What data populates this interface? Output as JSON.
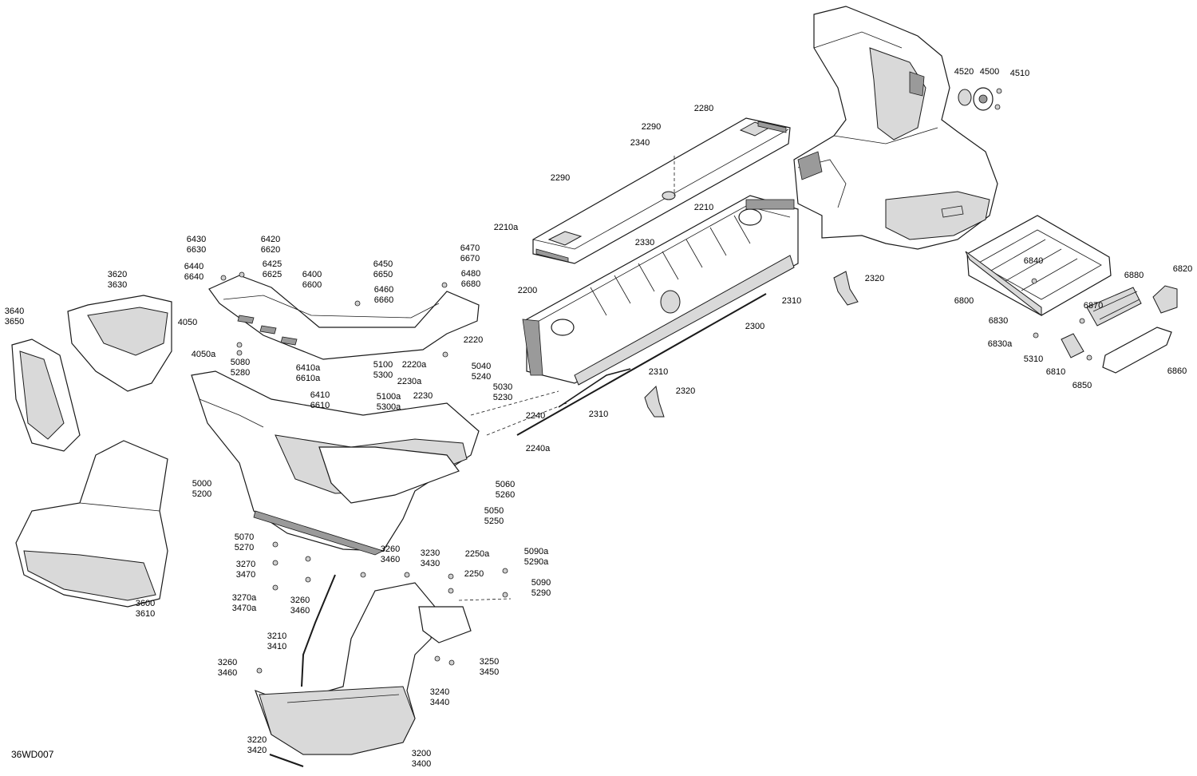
{
  "diagram": {
    "reference_code": "36WD007",
    "callouts": [
      {
        "id": "c-4520",
        "lines": [
          "4520"
        ]
      },
      {
        "id": "c-4500",
        "lines": [
          "4500"
        ]
      },
      {
        "id": "c-4510",
        "lines": [
          "4510"
        ]
      },
      {
        "id": "c-2280",
        "lines": [
          "2280"
        ]
      },
      {
        "id": "c-2290-top",
        "lines": [
          "2290"
        ]
      },
      {
        "id": "c-2340",
        "lines": [
          "2340"
        ]
      },
      {
        "id": "c-2290-left",
        "lines": [
          "2290"
        ]
      },
      {
        "id": "c-2210",
        "lines": [
          "2210"
        ]
      },
      {
        "id": "c-2210a",
        "lines": [
          "2210a"
        ]
      },
      {
        "id": "c-2330",
        "lines": [
          "2330"
        ]
      },
      {
        "id": "c-2200",
        "lines": [
          "2200"
        ]
      },
      {
        "id": "c-2320-a",
        "lines": [
          "2320"
        ]
      },
      {
        "id": "c-2310-a",
        "lines": [
          "2310"
        ]
      },
      {
        "id": "c-2300",
        "lines": [
          "2300"
        ]
      },
      {
        "id": "c-2310-b",
        "lines": [
          "2310"
        ]
      },
      {
        "id": "c-2320-b",
        "lines": [
          "2320"
        ]
      },
      {
        "id": "c-2310-c",
        "lines": [
          "2310"
        ]
      },
      {
        "id": "c-2240",
        "lines": [
          "2240"
        ]
      },
      {
        "id": "c-2240a",
        "lines": [
          "2240a"
        ]
      },
      {
        "id": "c-6840",
        "lines": [
          "6840"
        ]
      },
      {
        "id": "c-6820",
        "lines": [
          "6820"
        ]
      },
      {
        "id": "c-6880",
        "lines": [
          "6880"
        ]
      },
      {
        "id": "c-6800",
        "lines": [
          "6800"
        ]
      },
      {
        "id": "c-6870",
        "lines": [
          "6870"
        ]
      },
      {
        "id": "c-6830",
        "lines": [
          "6830"
        ]
      },
      {
        "id": "c-6830a",
        "lines": [
          "6830a"
        ]
      },
      {
        "id": "c-5310",
        "lines": [
          "5310"
        ]
      },
      {
        "id": "c-6810",
        "lines": [
          "6810"
        ]
      },
      {
        "id": "c-6850",
        "lines": [
          "6850"
        ]
      },
      {
        "id": "c-6860",
        "lines": [
          "6860"
        ]
      },
      {
        "id": "c-6430",
        "lines": [
          "6430",
          "6630"
        ]
      },
      {
        "id": "c-6420",
        "lines": [
          "6420",
          "6620"
        ]
      },
      {
        "id": "c-6440",
        "lines": [
          "6440",
          "6640"
        ]
      },
      {
        "id": "c-6425",
        "lines": [
          "6425",
          "6625"
        ]
      },
      {
        "id": "c-6400",
        "lines": [
          "6400",
          "6600"
        ]
      },
      {
        "id": "c-6450",
        "lines": [
          "6450",
          "6650"
        ]
      },
      {
        "id": "c-6460",
        "lines": [
          "6460",
          "6660"
        ]
      },
      {
        "id": "c-6470",
        "lines": [
          "6470",
          "6670"
        ]
      },
      {
        "id": "c-6480",
        "lines": [
          "6480",
          "6680"
        ]
      },
      {
        "id": "c-3620",
        "lines": [
          "3620",
          "3630"
        ]
      },
      {
        "id": "c-3640",
        "lines": [
          "3640",
          "3650"
        ]
      },
      {
        "id": "c-4050",
        "lines": [
          "4050"
        ]
      },
      {
        "id": "c-4050a",
        "lines": [
          "4050a"
        ]
      },
      {
        "id": "c-5080",
        "lines": [
          "5080",
          "5280"
        ]
      },
      {
        "id": "c-6410a",
        "lines": [
          "6410a",
          "6610a"
        ]
      },
      {
        "id": "c-6410",
        "lines": [
          "6410",
          "6610"
        ]
      },
      {
        "id": "c-5100",
        "lines": [
          "5100",
          "5300"
        ]
      },
      {
        "id": "c-5100a",
        "lines": [
          "5100a",
          "5300a"
        ]
      },
      {
        "id": "c-2220",
        "lines": [
          "2220"
        ]
      },
      {
        "id": "c-2220a",
        "lines": [
          "2220a"
        ]
      },
      {
        "id": "c-2230a",
        "lines": [
          "2230a"
        ]
      },
      {
        "id": "c-2230",
        "lines": [
          "2230"
        ]
      },
      {
        "id": "c-5040",
        "lines": [
          "5040",
          "5240"
        ]
      },
      {
        "id": "c-5030",
        "lines": [
          "5030",
          "5230"
        ]
      },
      {
        "id": "c-5000",
        "lines": [
          "5000",
          "5200"
        ]
      },
      {
        "id": "c-5060",
        "lines": [
          "5060",
          "5260"
        ]
      },
      {
        "id": "c-5050",
        "lines": [
          "5050",
          "5250"
        ]
      },
      {
        "id": "c-3600",
        "lines": [
          "3600",
          "3610"
        ]
      },
      {
        "id": "c-5070",
        "lines": [
          "5070",
          "5270"
        ]
      },
      {
        "id": "c-3270",
        "lines": [
          "3270",
          "3470"
        ]
      },
      {
        "id": "c-3270a",
        "lines": [
          "3270a",
          "3470a"
        ]
      },
      {
        "id": "c-3260-top",
        "lines": [
          "3260",
          "3460"
        ]
      },
      {
        "id": "c-3230",
        "lines": [
          "3230",
          "3430"
        ]
      },
      {
        "id": "c-2250a",
        "lines": [
          "2250a"
        ]
      },
      {
        "id": "c-2250",
        "lines": [
          "2250"
        ]
      },
      {
        "id": "c-5090a",
        "lines": [
          "5090a",
          "5290a"
        ]
      },
      {
        "id": "c-5090",
        "lines": [
          "5090",
          "5290"
        ]
      },
      {
        "id": "c-3260-mid",
        "lines": [
          "3260",
          "3460"
        ]
      },
      {
        "id": "c-3210",
        "lines": [
          "3210",
          "3410"
        ]
      },
      {
        "id": "c-3250",
        "lines": [
          "3250",
          "3450"
        ]
      },
      {
        "id": "c-3260-low",
        "lines": [
          "3260",
          "3460"
        ]
      },
      {
        "id": "c-3240",
        "lines": [
          "3240",
          "3440"
        ]
      },
      {
        "id": "c-3220",
        "lines": [
          "3220",
          "3420"
        ]
      },
      {
        "id": "c-3200",
        "lines": [
          "3200",
          "3400"
        ]
      }
    ]
  }
}
